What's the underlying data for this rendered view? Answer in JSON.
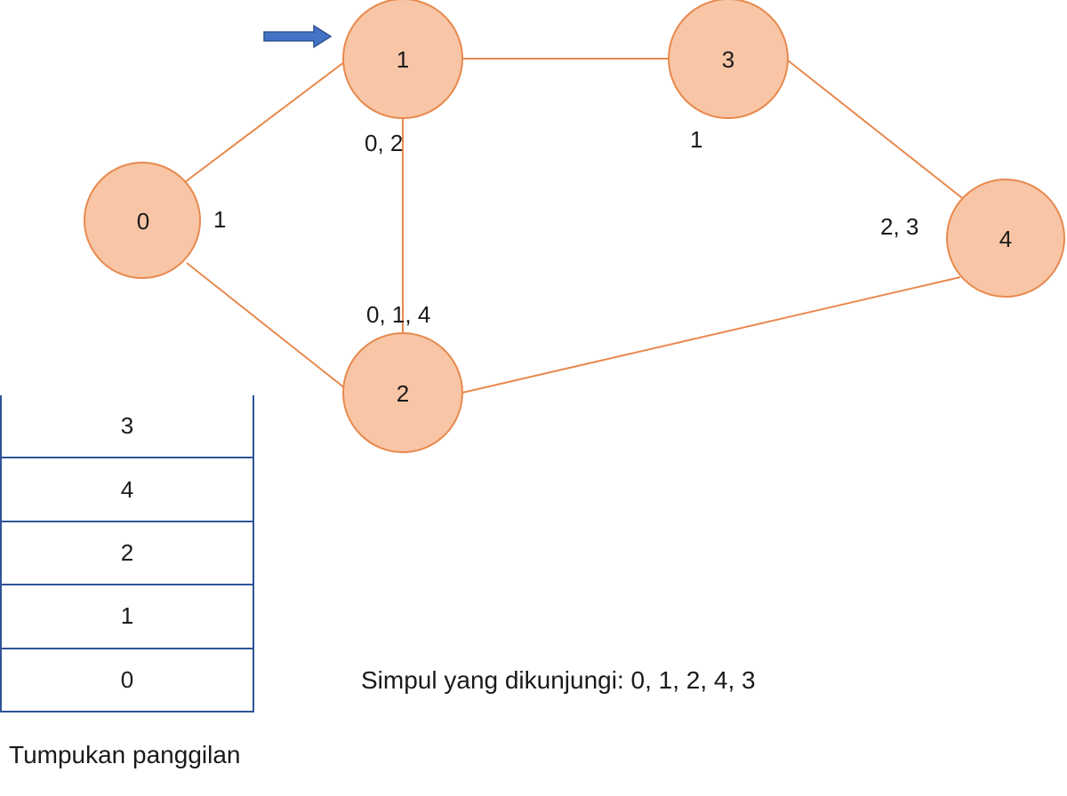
{
  "graph": {
    "nodes": [
      {
        "id": "0",
        "label": "0"
      },
      {
        "id": "1",
        "label": "1"
      },
      {
        "id": "2",
        "label": "2"
      },
      {
        "id": "3",
        "label": "3"
      },
      {
        "id": "4",
        "label": "4"
      }
    ],
    "edges": [
      [
        "0",
        "1"
      ],
      [
        "0",
        "2"
      ],
      [
        "1",
        "2"
      ],
      [
        "1",
        "3"
      ],
      [
        "2",
        "4"
      ],
      [
        "3",
        "4"
      ]
    ],
    "adjacency_labels": {
      "0": "1",
      "1": "0, 2",
      "2": "0, 1, 4",
      "3": "1",
      "4": "2, 3"
    },
    "current_node": "1",
    "colors": {
      "node_fill": "#f8c6a6",
      "node_stroke": "#e8894e",
      "edge": "#e8894e",
      "arrow": "#4472c4",
      "stack_border": "#2f5496"
    }
  },
  "stack": {
    "items_top_to_bottom": [
      "3",
      "4",
      "2",
      "1",
      "0"
    ],
    "caption": "Tumpukan panggilan"
  },
  "visited": {
    "text": "Simpul yang dikunjungi: 0, 1, 2, 4, 3"
  }
}
